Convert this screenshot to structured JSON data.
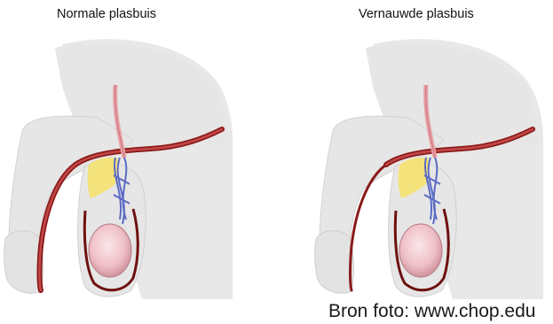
{
  "panels": [
    {
      "title": "Normale plasbuis"
    },
    {
      "title": "Vernauwde plasbuis"
    }
  ],
  "source": "Bron foto: www.chop.edu",
  "colors": {
    "skin": "#e6e6e6",
    "skin_outline": "#cfcfcf",
    "urethra": "#8b1a1a",
    "urethra_light": "#c24848",
    "fat": "#f4e27a",
    "vessel": "#5b6bc4",
    "testis": "#f2c6cc",
    "scrotum_wall": "#6e1010"
  }
}
